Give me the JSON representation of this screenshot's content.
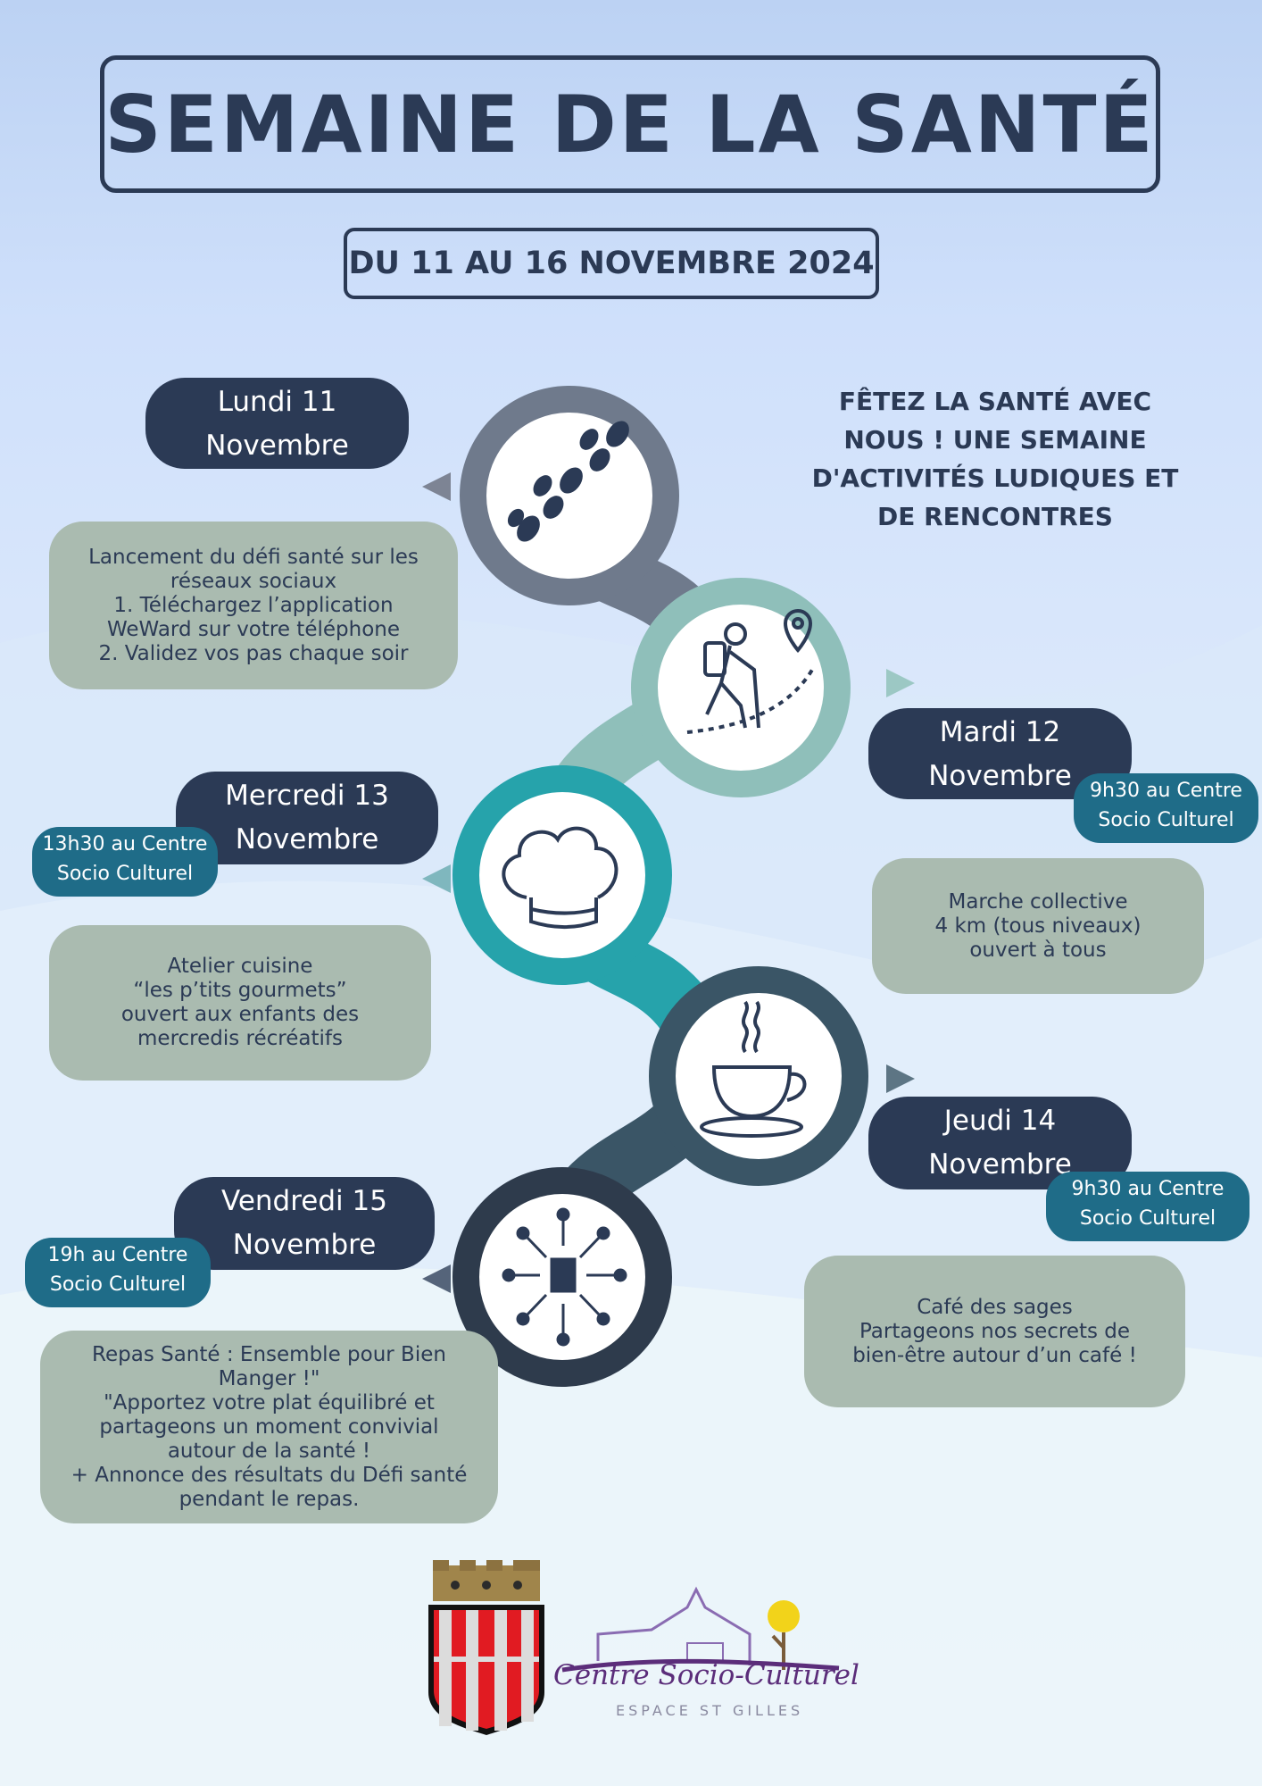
{
  "title": "SEMAINE DE LA SANTÉ",
  "dates": "DU 11 AU 16 NOVEMBRE 2024",
  "intro": [
    "FÊTEZ LA SANTÉ AVEC",
    "NOUS ! UNE SEMAINE",
    "D'ACTIVITÉS LUDIQUES ET",
    "DE RENCONTRES"
  ],
  "days": {
    "lundi": {
      "day": "Lundi 11",
      "month": "Novembre",
      "note": [
        "Lancement du défi santé sur les",
        "réseaux sociaux",
        "1.    Téléchargez l’application",
        "WeWard sur votre téléphone",
        "2. Validez vos pas chaque soir"
      ]
    },
    "mardi": {
      "day": "Mardi 12",
      "month": "Novembre",
      "place": [
        "9h30 au Centre",
        "Socio Culturel"
      ],
      "note": [
        "Marche collective",
        "4 km (tous niveaux)",
        "ouvert à tous"
      ]
    },
    "mercredi": {
      "day": "Mercredi 13",
      "month": "Novembre",
      "place": [
        "13h30 au Centre",
        "Socio Culturel"
      ],
      "note": [
        "Atelier cuisine",
        "“les p’tits gourmets”",
        "ouvert aux enfants des",
        "mercredis récréatifs"
      ]
    },
    "jeudi": {
      "day": "Jeudi 14",
      "month": "Novembre",
      "place": [
        "9h30 au Centre",
        "Socio Culturel"
      ],
      "note": [
        "Café des sages",
        "Partageons nos secrets de",
        "bien-être autour d’un café !"
      ]
    },
    "vendredi": {
      "day": "Vendredi 15",
      "month": "Novembre",
      "place": [
        "19h au Centre",
        "Socio Culturel"
      ],
      "note": [
        "Repas Santé : Ensemble pour Bien",
        "Manger !\"",
        "\"Apportez votre plat équilibré et",
        "partageons un moment convivial",
        "autour de la santé !",
        "+ Annonce des résultats du Défi santé",
        "pendant le repas."
      ]
    }
  },
  "icons": [
    "footsteps-icon",
    "hiker-icon",
    "chef-hat-icon",
    "coffee-cup-icon",
    "network-icon"
  ],
  "colors": {
    "navy": "#2b3a55",
    "teal_badge": "#1f6c88",
    "note_bg": "#aabbb0",
    "ring1": "#6f7a8c",
    "ring2": "#8fbfba",
    "ring3": "#26a3ab",
    "ring4": "#3a5566",
    "ring5": "#2e3b4c"
  },
  "logos": {
    "centre_name": "Centre Socio-Culturel",
    "centre_sub": "ESPACE ST GILLES"
  }
}
